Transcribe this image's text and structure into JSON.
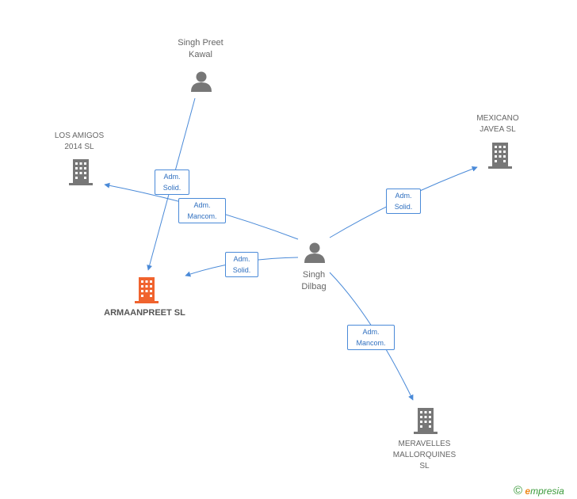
{
  "nodes": {
    "kawal": {
      "line1": "Singh Preet",
      "line2": "Kawal"
    },
    "dilbag": {
      "line1": "Singh",
      "line2": "Dilbag"
    },
    "los_amigos": {
      "line1": "LOS AMIGOS",
      "line2": "2014  SL"
    },
    "mexicano": {
      "line1": "MEXICANO",
      "line2": "JAVEA  SL"
    },
    "armaanpreet": {
      "line1": "ARMAANPREET SL"
    },
    "meravelles": {
      "line1": "MERAVELLES",
      "line2": "MALLORQUINES",
      "line3": "SL"
    }
  },
  "edges": {
    "kawal_armaanpreet": {
      "line1": "Adm.",
      "line2": "Solid."
    },
    "dilbag_los_amigos": {
      "line1": "Adm.",
      "line2": "Mancom."
    },
    "dilbag_armaanpreet": {
      "line1": "Adm.",
      "line2": "Solid."
    },
    "dilbag_mexicano": {
      "line1": "Adm.",
      "line2": "Solid."
    },
    "dilbag_meravelles": {
      "line1": "Adm.",
      "line2": "Mancom."
    }
  },
  "colors": {
    "edge": "#4a8ad8",
    "person_icon": "#777777",
    "company_icon": "#777777",
    "highlight_company_icon": "#f0632e"
  },
  "icons": {
    "person": "person-icon",
    "company": "building-icon",
    "copyright": "copyright-icon"
  },
  "footer": {
    "symbol": "©",
    "brand_initial": "e",
    "brand_rest": "mpresia"
  }
}
